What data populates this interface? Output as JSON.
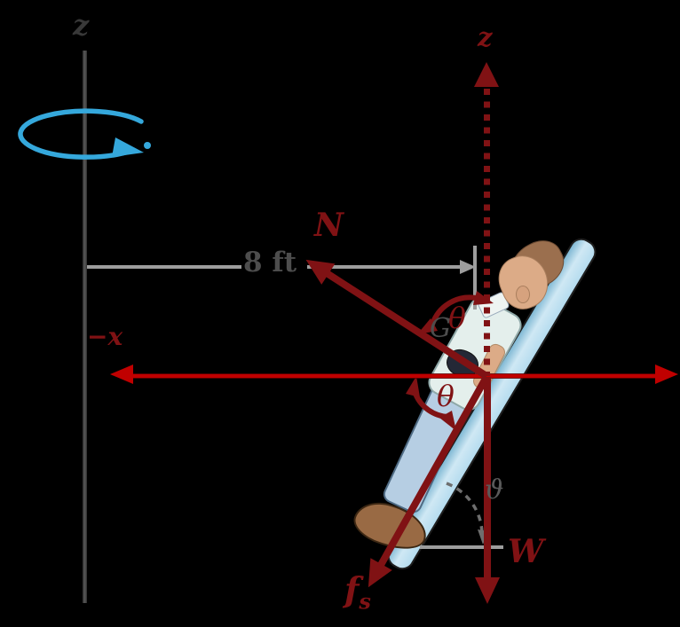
{
  "figure_title": "Free-body diagram: person on rotating inclined-board ride",
  "colors": {
    "maroon": "#801214",
    "red": "#c00000",
    "blue": "#35a8dc",
    "grayline": "#9d9d9d",
    "graytext": "#4d4d4d",
    "darktext": "#383838",
    "board": "#b5dcef",
    "skin": "#dcab87",
    "hair": "#9b6f4e",
    "shirt": "#e4efec",
    "pants": "#b6cee3",
    "shoe": "#996a44",
    "handdark": "#242836"
  },
  "axes": {
    "z_left_label": "z",
    "z_dotted_label": "z",
    "x_negative_label": "−x"
  },
  "measurement": {
    "distance_label": "8 ft"
  },
  "forces": {
    "normal_label": "N",
    "weight_label": "W",
    "friction_label": "f",
    "friction_subscript": "s"
  },
  "angles": {
    "theta_top": "θ",
    "theta_bottom": "θ",
    "theta_board_vertical": "ϑ"
  },
  "body": {
    "center_of_gravity_label": "G"
  }
}
